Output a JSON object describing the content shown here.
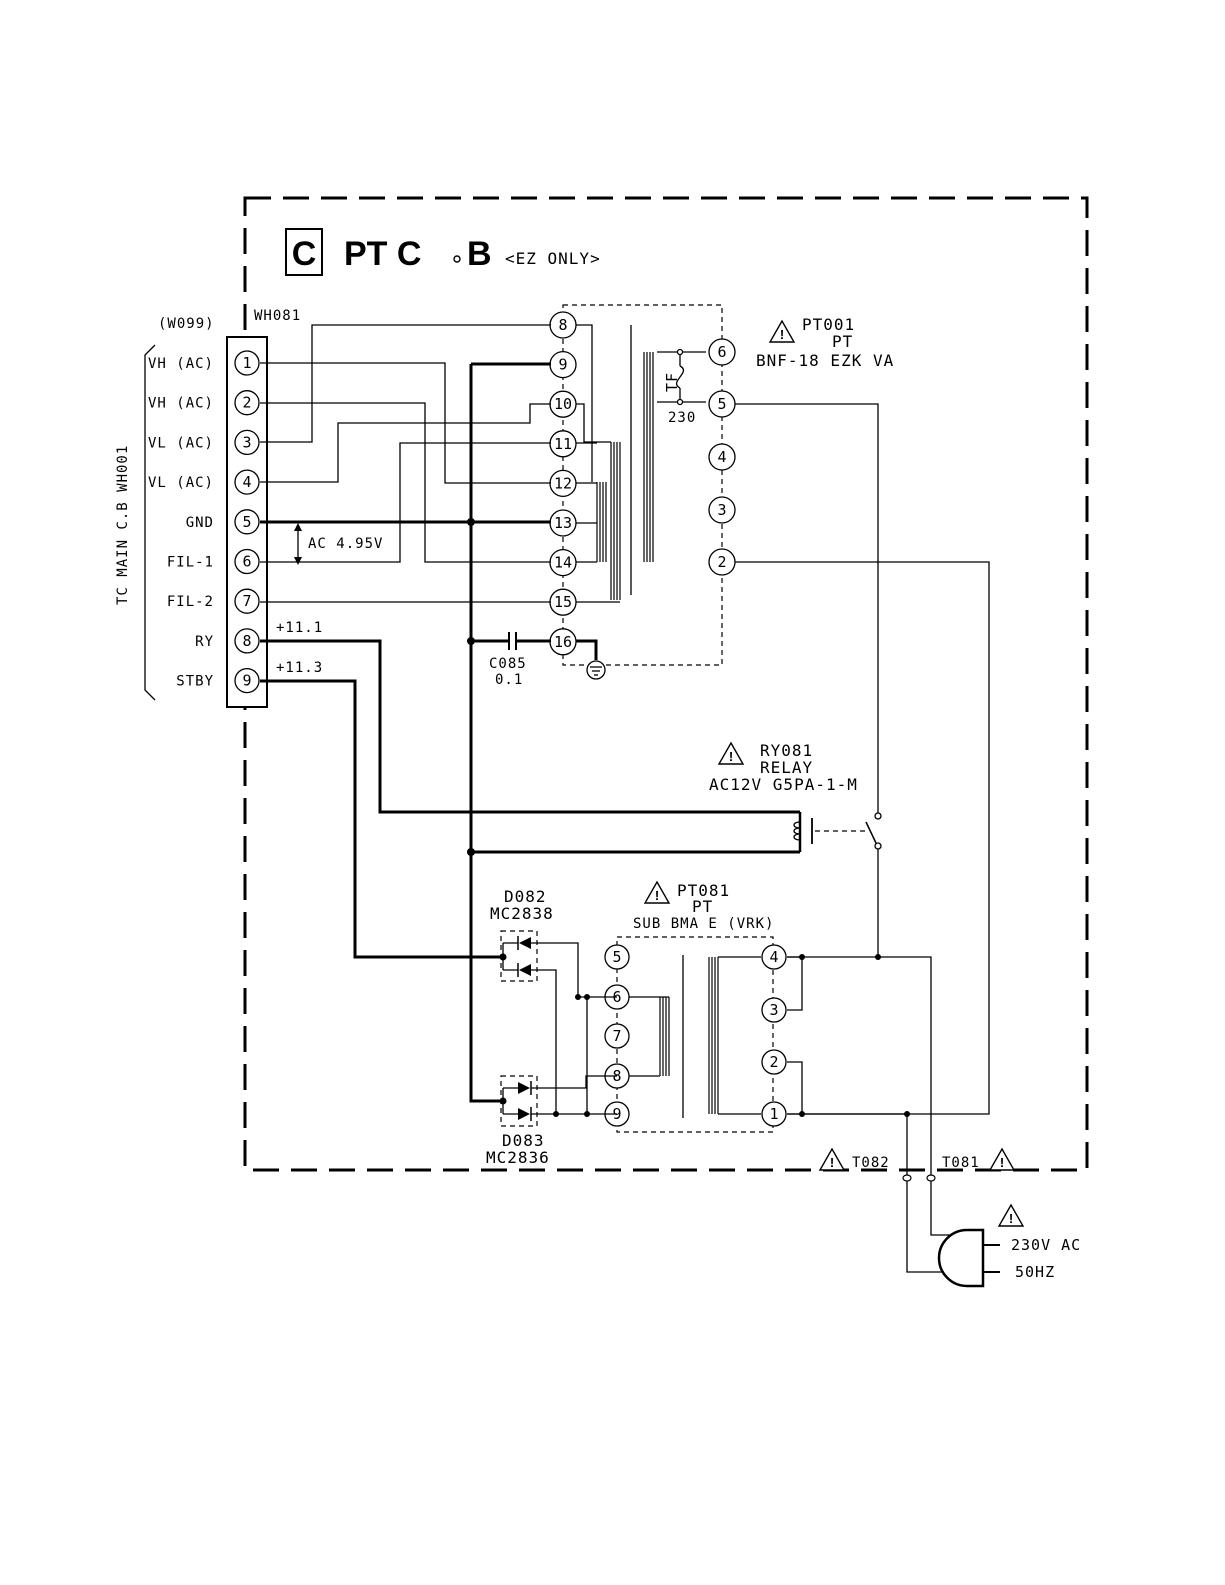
{
  "title": {
    "box_letter": "C",
    "name": "PT C",
    "name_b": "B",
    "note": "<EZ ONLY>"
  },
  "connector": {
    "ref": "WH081",
    "mate": "(W099)",
    "side_label": "TC MAIN C.B WH001",
    "pins": [
      {
        "num": "1",
        "signal": "VH (AC)"
      },
      {
        "num": "2",
        "signal": "VH (AC)"
      },
      {
        "num": "3",
        "signal": "VL (AC)"
      },
      {
        "num": "4",
        "signal": "VL (AC)"
      },
      {
        "num": "5",
        "signal": "GND"
      },
      {
        "num": "6",
        "signal": "FIL-1"
      },
      {
        "num": "7",
        "signal": "FIL-2"
      },
      {
        "num": "8",
        "signal": "RY"
      },
      {
        "num": "9",
        "signal": "STBY"
      }
    ]
  },
  "voltages": {
    "ac": "AC 4.95V",
    "ry": "+11.1",
    "stby": "+11.3"
  },
  "pt001": {
    "ref": "PT001",
    "type": "PT",
    "part": "BNF-18 EZK VA",
    "fuse_label": "TF",
    "fuse_rating": "230",
    "secondary_pins": [
      "8",
      "9",
      "10",
      "11",
      "12",
      "13",
      "14",
      "15",
      "16"
    ],
    "primary_pins": [
      "6",
      "5",
      "4",
      "3",
      "2"
    ]
  },
  "c085": {
    "ref": "C085",
    "value": "0.1"
  },
  "ry081": {
    "ref": "RY081",
    "type": "RELAY",
    "part": "AC12V G5PA-1-M"
  },
  "pt081": {
    "ref": "PT081",
    "type": "PT",
    "part": "SUB BMA E (VRK)",
    "left_pins": [
      "5",
      "6",
      "7",
      "8",
      "9"
    ],
    "right_pins": [
      "4",
      "3",
      "2",
      "1"
    ]
  },
  "d082": {
    "ref": "D082",
    "part": "MC2838"
  },
  "d083": {
    "ref": "D083",
    "part": "MC2836"
  },
  "t082": {
    "ref": "T082"
  },
  "t081": {
    "ref": "T081"
  },
  "mains": {
    "voltage": "230V AC",
    "freq": "50HZ"
  }
}
